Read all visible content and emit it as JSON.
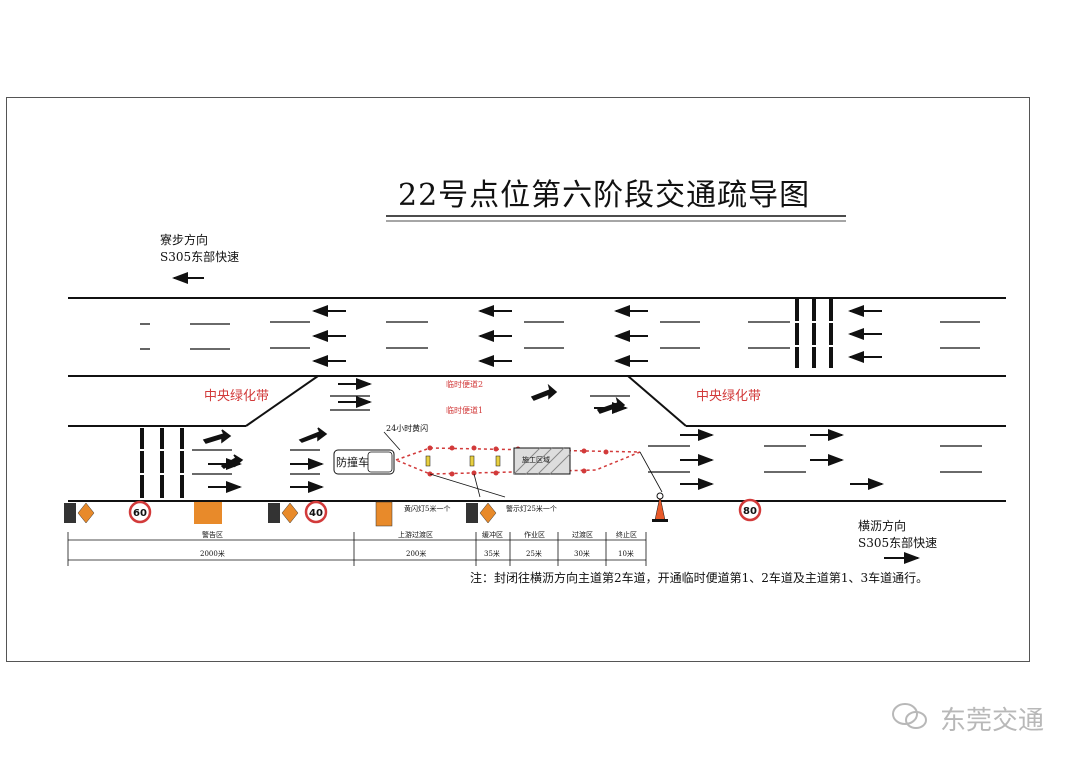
{
  "title": "22号点位第六阶段交通疏导图",
  "direction_west": {
    "line1": "寮步方向",
    "line2": "S305东部快速"
  },
  "direction_east": {
    "line1": "横沥方向",
    "line2": "S305东部快速"
  },
  "median_left": "中央绿化带",
  "median_right": "中央绿化带",
  "temp_lane_2": "临时便道2",
  "temp_lane_1": "临时便道1",
  "crash_truck": "防撞车",
  "light_24h": "24小时黄闪",
  "work_zone": "施工区域",
  "speed_limits": [
    "60",
    "40",
    "80"
  ],
  "sign_note_1": "黄闪灯5米一个",
  "sign_note_2": "警示灯25米一个",
  "zones": [
    {
      "name": "警告区",
      "length": "2000米"
    },
    {
      "name": "上游过渡区",
      "length": "200米"
    },
    {
      "name": "缓冲区",
      "length": "35米"
    },
    {
      "name": "作业区",
      "length": "25米"
    },
    {
      "name": "过渡区",
      "length": "30米"
    },
    {
      "name": "终止区",
      "length": "10米"
    }
  ],
  "note": "注：封闭往横沥方向主道第2车道，开通临时便道第1、2车道及主道第1、3车道通行。",
  "watermark": "东莞交通",
  "colors": {
    "median_text": "#d23a3a",
    "barrier": "#d23a3a",
    "sign_orange": "#e88a2a"
  }
}
